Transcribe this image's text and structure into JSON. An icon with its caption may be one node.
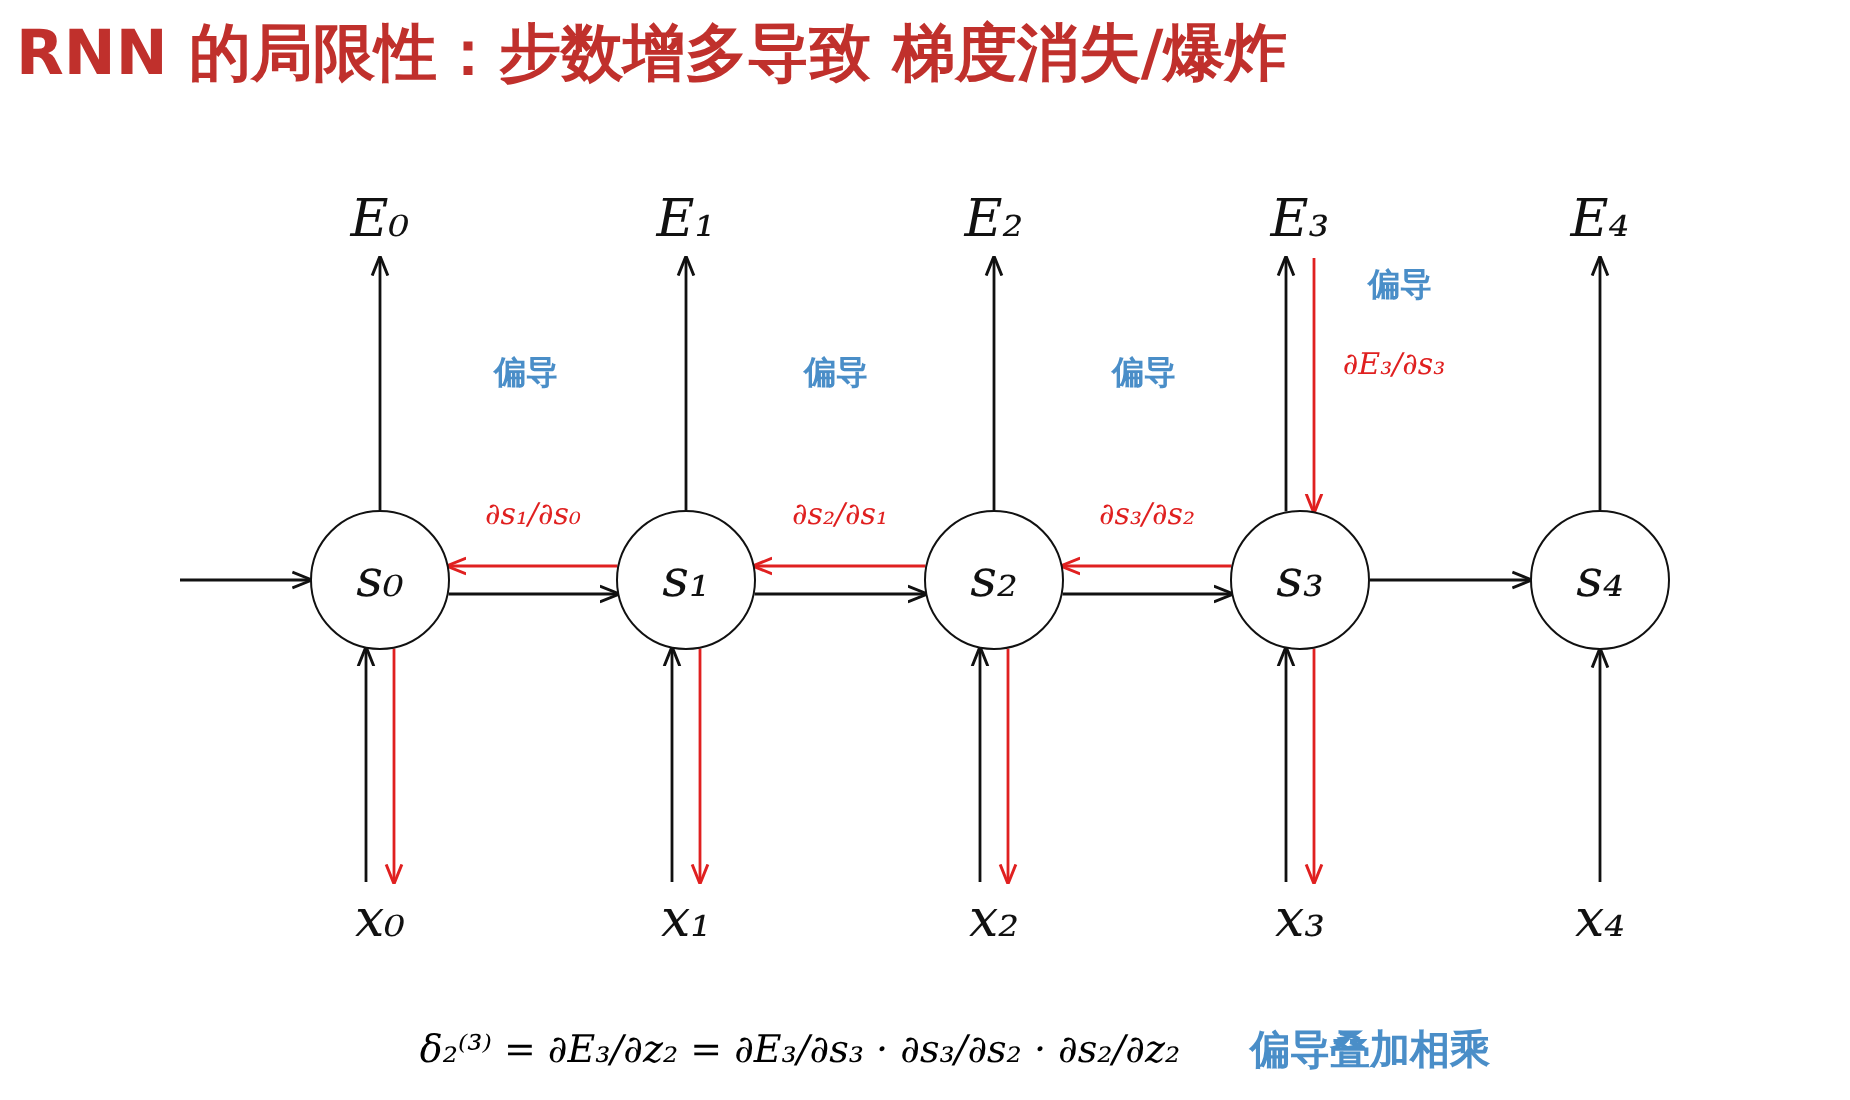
{
  "diagram": {
    "title": "RNN 的局限性：步数增多导致 梯度消失/爆炸",
    "nodes": [
      {
        "text": [
          "E₀"
        ]
      },
      {
        "text": [
          "E₁"
        ]
      },
      {
        "text": [
          "E₂"
        ]
      },
      {
        "text": [
          "E₃"
        ]
      },
      {
        "text": [
          "E₄"
        ]
      },
      {
        "text": [
          "s₀"
        ]
      },
      {
        "text": [
          "s₁"
        ]
      },
      {
        "text": [
          "s₂"
        ]
      },
      {
        "text": [
          "s₃"
        ]
      },
      {
        "text": [
          "s₄"
        ]
      },
      {
        "text": [
          "x₀"
        ]
      },
      {
        "text": [
          "x₁"
        ]
      },
      {
        "text": [
          "x₂"
        ]
      },
      {
        "text": [
          "x₃"
        ]
      },
      {
        "text": [
          "x₄"
        ]
      }
    ],
    "edges": [
      {
        "from": null,
        "to": 5,
        "arrow": "to"
      },
      {
        "from": 5,
        "to": 6,
        "arrow": "to"
      },
      {
        "from": 6,
        "to": 7,
        "arrow": "to"
      },
      {
        "from": 7,
        "to": 8,
        "arrow": "to"
      },
      {
        "from": 8,
        "to": 9,
        "arrow": "to"
      },
      {
        "from": 10,
        "to": 5,
        "arrow": "to"
      },
      {
        "from": 11,
        "to": 6,
        "arrow": "to"
      },
      {
        "from": 12,
        "to": 7,
        "arrow": "to"
      },
      {
        "from": 13,
        "to": 8,
        "arrow": "to"
      },
      {
        "from": 14,
        "to": 9,
        "arrow": "to"
      },
      {
        "from": 5,
        "to": 0,
        "arrow": "to"
      },
      {
        "from": 6,
        "to": 1,
        "arrow": "to"
      },
      {
        "from": 7,
        "to": 2,
        "arrow": "to"
      },
      {
        "from": 8,
        "to": 3,
        "arrow": "to"
      },
      {
        "from": 9,
        "to": 4,
        "arrow": "to"
      },
      {
        "from": 6,
        "to": 5,
        "arrow": "to",
        "label": "∂s₁/∂s₀",
        "color": "#e02020"
      },
      {
        "from": 7,
        "to": 6,
        "arrow": "to",
        "label": "∂s₂/∂s₁",
        "color": "#e02020"
      },
      {
        "from": 8,
        "to": 7,
        "arrow": "to",
        "label": "∂s₃/∂s₂",
        "color": "#e02020"
      },
      {
        "from": 3,
        "to": 8,
        "arrow": "to",
        "label": "∂E₃/∂s₃",
        "color": "#e02020"
      },
      {
        "from": 5,
        "to": 10,
        "arrow": "to",
        "color": "#e02020"
      },
      {
        "from": 6,
        "to": 11,
        "arrow": "to",
        "color": "#e02020"
      },
      {
        "from": 7,
        "to": 12,
        "arrow": "to",
        "color": "#e02020"
      },
      {
        "from": 8,
        "to": 13,
        "arrow": "to",
        "color": "#e02020"
      }
    ],
    "labels": [
      "偏导",
      "偏导",
      "偏导",
      "偏导",
      "δ₂⁽³⁾ = ∂E₃/∂z₂ = ∂E₃/∂s₃ · ∂s₃/∂s₂ · ∂s₂/∂z₂",
      "偏导叠加相乘"
    ]
  }
}
